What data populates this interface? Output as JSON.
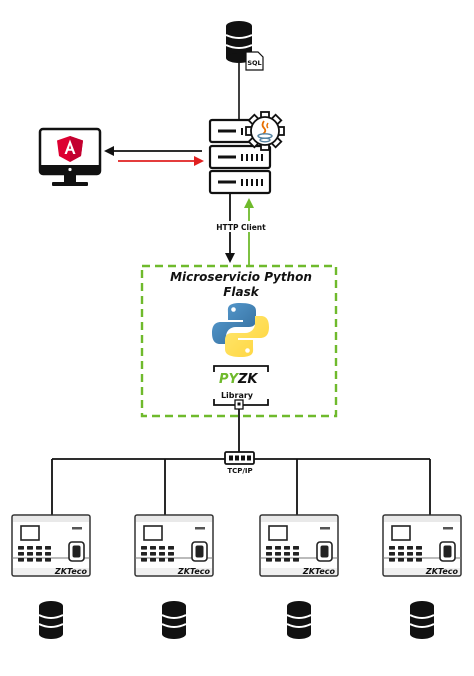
{
  "top_db": {
    "icon": "database-icon",
    "badge": "SQL"
  },
  "server": {
    "icon": "server-rack-icon",
    "overlay_icon": "gear-java-icon"
  },
  "client": {
    "icon": "angular-monitor-icon",
    "angular_color": "#dd0031"
  },
  "arrows": {
    "request_color": "#e02020",
    "response_color": "#111111",
    "http_up_color": "#6fba2c"
  },
  "http_label": "HTTP Client",
  "microservice": {
    "title_line1": "Microservicio Python",
    "title_line2": "Flask",
    "border_color": "#6fba2c",
    "logo": "python-logo-icon",
    "lib_name_part1": "PY",
    "lib_name_part2": "ZK",
    "lib_label": "Library",
    "lib_color": "#6fba2c"
  },
  "network": {
    "label": "TCP/IP",
    "icon": "network-switch-icon"
  },
  "devices": [
    {
      "icon": "zkteco-terminal-icon",
      "brand": "ZKTeco",
      "db_icon": "database-icon"
    },
    {
      "icon": "zkteco-terminal-icon",
      "brand": "ZKTeco",
      "db_icon": "database-icon"
    },
    {
      "icon": "zkteco-terminal-icon",
      "brand": "ZKTeco",
      "db_icon": "database-icon"
    },
    {
      "icon": "zkteco-terminal-icon",
      "brand": "ZKTeco",
      "db_icon": "database-icon"
    }
  ]
}
